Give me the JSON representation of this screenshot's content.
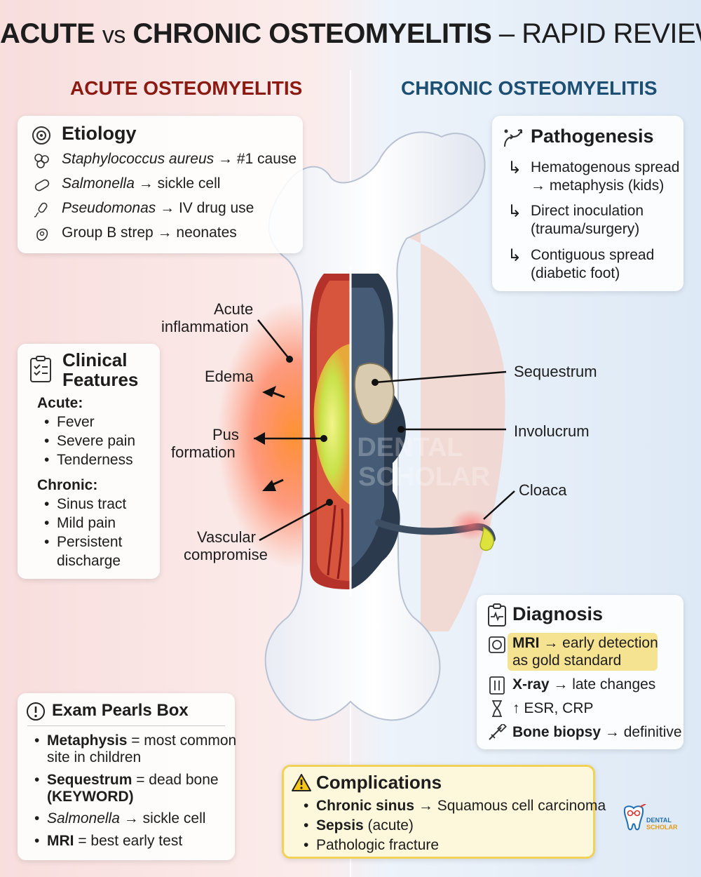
{
  "title": {
    "part1": "ACUTE",
    "vs": "vs",
    "part2": "CHRONIC OSTEOMYELITIS",
    "part3": "– RAPID REVIEW"
  },
  "colors": {
    "acute": "#8b1a12",
    "chronic": "#1d4f73",
    "highlight": "#f6e391",
    "complication_border": "#f1d158"
  },
  "acute_heading": "ACUTE OSTEOMYELITIS",
  "chronic_heading": "CHRONIC OSTEOMYELITIS",
  "etiology": {
    "title": "Etiology",
    "items": [
      {
        "organism": "Staphylococcus aureus",
        "rest": "→ #1 cause",
        "icon": "bacteria-cluster-icon"
      },
      {
        "organism": "Salmonella",
        "rest": "→ sickle cell",
        "icon": "bacillus-icon"
      },
      {
        "organism": "Pseudomonas",
        "rest": "→ IV drug use",
        "icon": "flagellated-bacterium-icon"
      },
      {
        "organism": "",
        "rest": "Group B strep → neonates",
        "icon": "cell-icon"
      }
    ]
  },
  "clinical": {
    "title_line1": "Clinical",
    "title_line2": "Features",
    "acute_label": "Acute:",
    "acute_items": [
      "Fever",
      "Severe pain",
      "Tenderness"
    ],
    "chronic_label": "Chronic:",
    "chronic_items": [
      "Sinus tract",
      "Mild pain",
      "Persistent",
      "discharge"
    ]
  },
  "pathogenesis": {
    "title": "Pathogenesis",
    "items": [
      {
        "line1": "Hematogenous spread",
        "line2": "→ metaphysis (kids)"
      },
      {
        "line1": "Direct inoculation",
        "line2": "(trauma/surgery)"
      },
      {
        "line1": "Contiguous spread",
        "line2": "(diabetic foot)"
      }
    ]
  },
  "diagram_labels": {
    "acute_inflammation_1": "Acute",
    "acute_inflammation_2": "inflammation",
    "edema": "Edema",
    "pus_1": "Pus",
    "pus_2": "formation",
    "vascular_1": "Vascular",
    "vascular_2": "compromise",
    "sequestrum": "Sequestrum",
    "involucrum": "Involucrum",
    "cloaca": "Cloaca",
    "watermark_1": "DENTAL",
    "watermark_2": "SCHOLAR"
  },
  "diagnosis": {
    "title": "Diagnosis",
    "mri_bold": "MRI",
    "mri_rest": "→ early detection",
    "mri_line2": "as gold standard",
    "xray_bold": "X-ray",
    "xray_rest": "→ late changes",
    "esr": "↑ ESR, CRP",
    "biopsy_bold": "Bone biopsy",
    "biopsy_rest": "→ definitive"
  },
  "pearls": {
    "title": "Exam Pearls Box",
    "items": [
      {
        "bold": "Metaphysis",
        "rest": " = most common",
        "line2": "site in children"
      },
      {
        "bold": "Sequestrum",
        "rest": " = dead bone",
        "line2": "(KEYWORD)"
      },
      {
        "italic": "Salmonella",
        "rest": " → sickle cell"
      },
      {
        "bold": "MRI",
        "rest": " = best early test"
      }
    ]
  },
  "complications": {
    "title": "Complications",
    "items": [
      {
        "bold": "Chronic sinus",
        "rest": " → Squamous cell carcinoma"
      },
      {
        "bold": "Sepsis",
        "rest": " (acute)"
      },
      {
        "bold": "",
        "rest": "Pathologic fracture"
      }
    ]
  },
  "logo": {
    "line1": "DENTAL",
    "line2": "SCHOLAR"
  }
}
